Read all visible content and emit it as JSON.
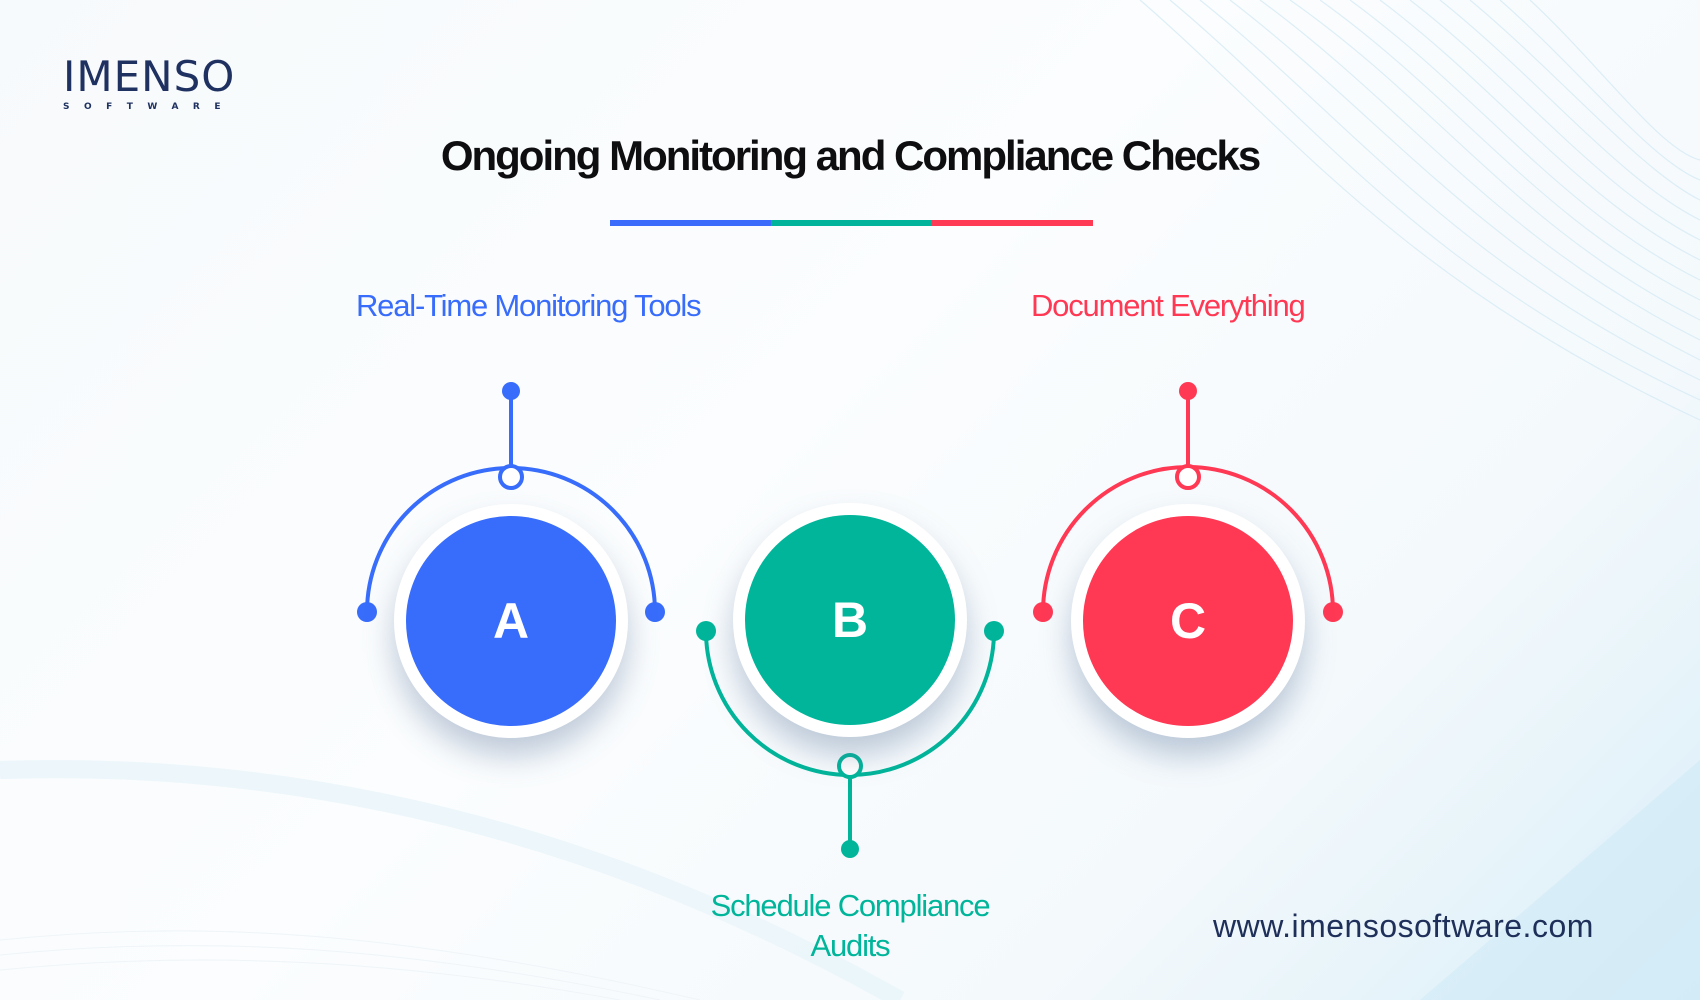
{
  "brand": {
    "logo_main": "IMENSO",
    "logo_sub": "SOFTWARE",
    "url": "www.imensosoftware.com"
  },
  "header": {
    "title": "Ongoing Monitoring and Compliance Checks",
    "underline_colors": [
      "#3a6bfb",
      "#00b39a",
      "#ff3a55"
    ]
  },
  "steps": [
    {
      "letter": "A",
      "label": "Real-Time Monitoring Tools",
      "color": "#386cfb",
      "label_position": "top"
    },
    {
      "letter": "B",
      "label": "Schedule Compliance Audits",
      "label_line1": "Schedule Compliance",
      "label_line2": "Audits",
      "color": "#00b59a",
      "label_position": "bottom"
    },
    {
      "letter": "C",
      "label": "Document Everything",
      "color": "#ff3854",
      "label_position": "top"
    }
  ],
  "colors": {
    "blue": "#386cfb",
    "green": "#00b59a",
    "red": "#ff3854",
    "navy": "#1e2f5a",
    "title": "#0e0e10"
  }
}
